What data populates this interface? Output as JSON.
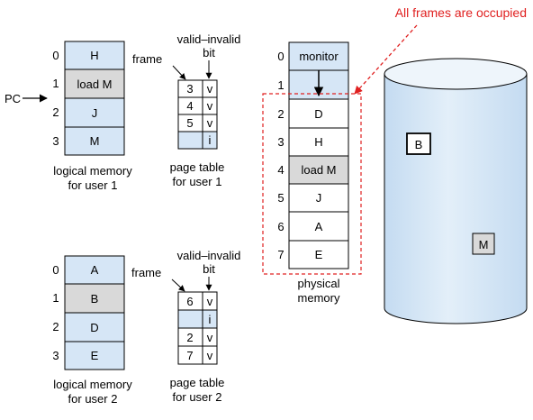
{
  "callout": {
    "text": "All frames are occupied"
  },
  "colors": {
    "blue": "#d6e6f6",
    "gray": "#d9d9d9",
    "white": "#ffffff",
    "stroke": "#000000",
    "red": "#e02020",
    "disk": "#d8e8f6"
  },
  "user1": {
    "logical": {
      "indices": [
        "0",
        "1",
        "2",
        "3"
      ],
      "cells": [
        "H",
        "load M",
        "J",
        "M"
      ],
      "caption1": "logical memory",
      "caption2": "for user 1"
    },
    "pc_label": "PC",
    "page_table": {
      "frame_label": "frame",
      "vi_label1": "valid–invalid",
      "vi_label2": "bit",
      "frames": [
        "3",
        "4",
        "5",
        ""
      ],
      "bits": [
        "v",
        "v",
        "v",
        "i"
      ],
      "caption1": "page table",
      "caption2": "for user 1"
    }
  },
  "user2": {
    "logical": {
      "indices": [
        "0",
        "1",
        "2",
        "3"
      ],
      "cells": [
        "A",
        "B",
        "D",
        "E"
      ],
      "caption1": "logical memory",
      "caption2": "for user 2"
    },
    "page_table": {
      "frame_label": "frame",
      "vi_label1": "valid–invalid",
      "vi_label2": "bit",
      "frames": [
        "6",
        "",
        "2",
        "7"
      ],
      "bits": [
        "v",
        "i",
        "v",
        "v"
      ],
      "caption1": "page table",
      "caption2": "for user 2"
    }
  },
  "physical": {
    "indices": [
      "0",
      "1",
      "2",
      "3",
      "4",
      "5",
      "6",
      "7"
    ],
    "cells": [
      "monitor",
      "",
      "D",
      "H",
      "load M",
      "J",
      "A",
      "E"
    ],
    "caption1": "physical",
    "caption2": "memory"
  },
  "disk": {
    "items": [
      "B",
      "M"
    ]
  }
}
